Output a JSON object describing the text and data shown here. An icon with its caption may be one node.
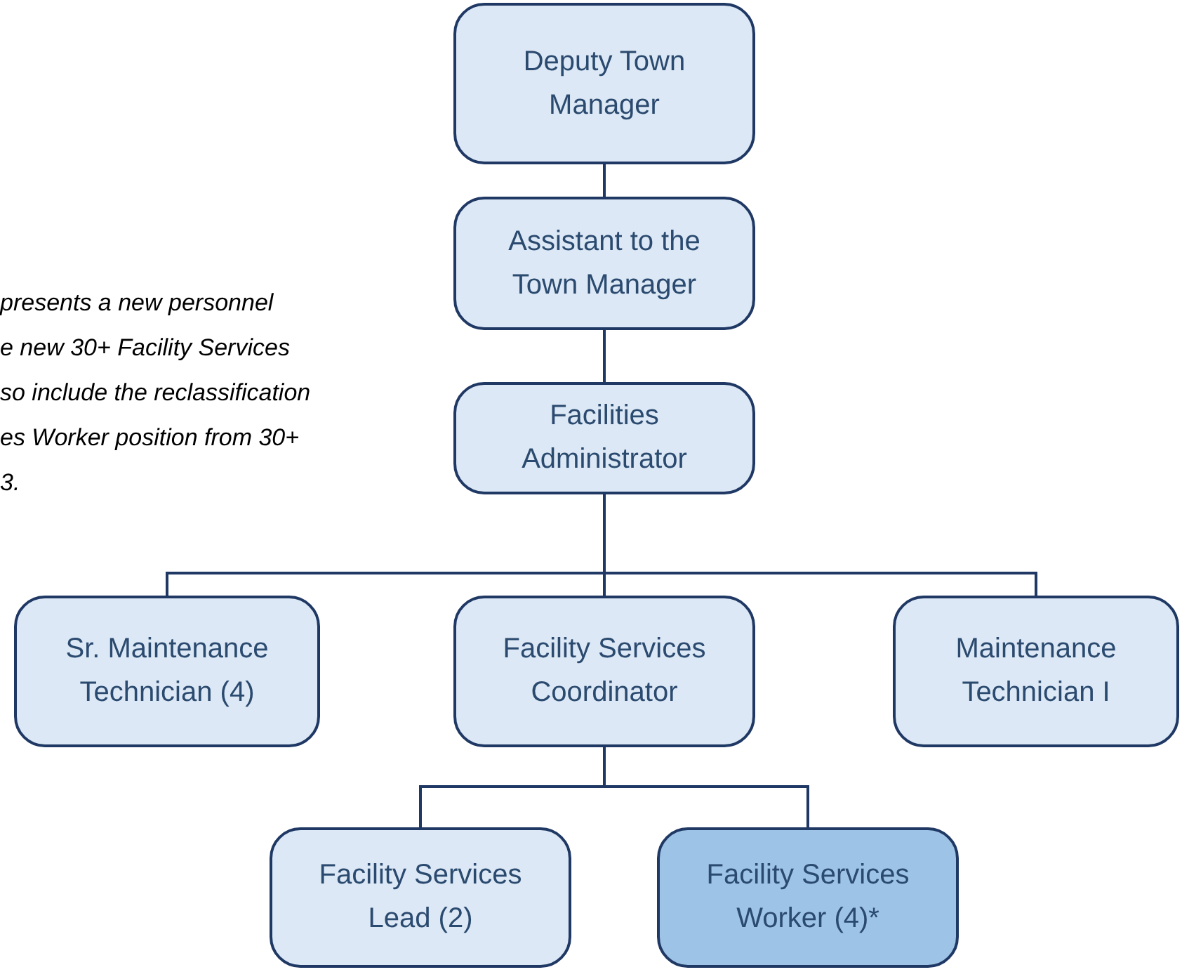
{
  "diagram": {
    "nodes": [
      {
        "text": [
          "Deputy Town Manager"
        ]
      },
      {
        "text": [
          "Assistant to the Town Manager"
        ]
      },
      {
        "text": [
          "Facilities Administrator"
        ]
      },
      {
        "text": [
          "Sr. Maintenance Technician (4)"
        ]
      },
      {
        "text": [
          "Facility Services Coordinator"
        ]
      },
      {
        "text": [
          "Maintenance Technician I"
        ]
      },
      {
        "text": [
          "Facility Services Lead (2)"
        ]
      },
      {
        "text": [
          "Facility Services Worker (4)*"
        ]
      }
    ],
    "edges": [
      {
        "from": 0,
        "to": 1,
        "arrow": "none"
      },
      {
        "from": 1,
        "to": 2,
        "arrow": "none"
      },
      {
        "from": 2,
        "to": 3,
        "arrow": "none"
      },
      {
        "from": 2,
        "to": 4,
        "arrow": "none"
      },
      {
        "from": 2,
        "to": 5,
        "arrow": "none"
      },
      {
        "from": 4,
        "to": 6,
        "arrow": "none"
      },
      {
        "from": 4,
        "to": 7,
        "arrow": "none"
      }
    ],
    "labels": [
      "presents a new personnel",
      "e new 30+ Facility Services",
      "so include the reclassification",
      "es Worker position from 30+",
      "3."
    ]
  }
}
